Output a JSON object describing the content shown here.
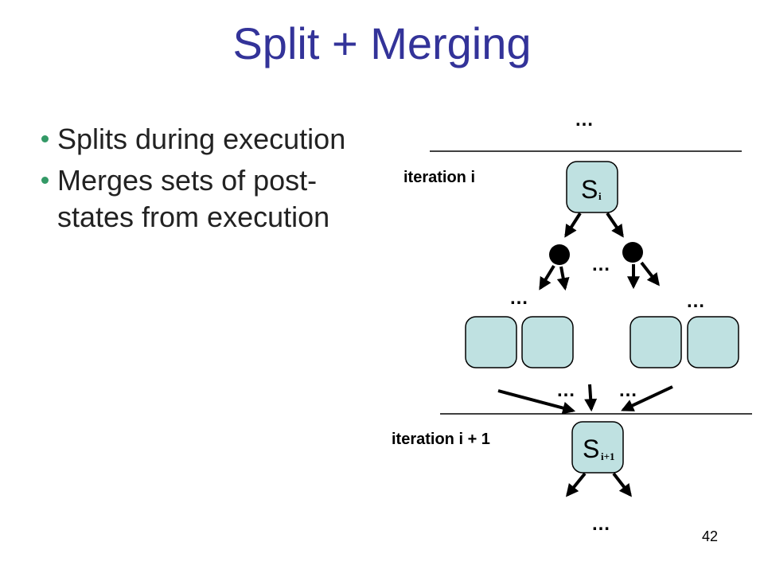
{
  "slide": {
    "title": "Split + Merging",
    "bullets": [
      "Splits during execution",
      "Merges sets of post-states from execution"
    ],
    "page_number": "42"
  },
  "diagram": {
    "ellipsis": "…",
    "iteration_label": "iteration i",
    "next_iteration_label": "iteration i + 1",
    "state_letter": "S",
    "state_sub_i": "i",
    "state_sub_next": "i+1",
    "colors": {
      "title": "#333399",
      "bullet": "#339966",
      "state_fill": "#bfe1e1"
    }
  }
}
